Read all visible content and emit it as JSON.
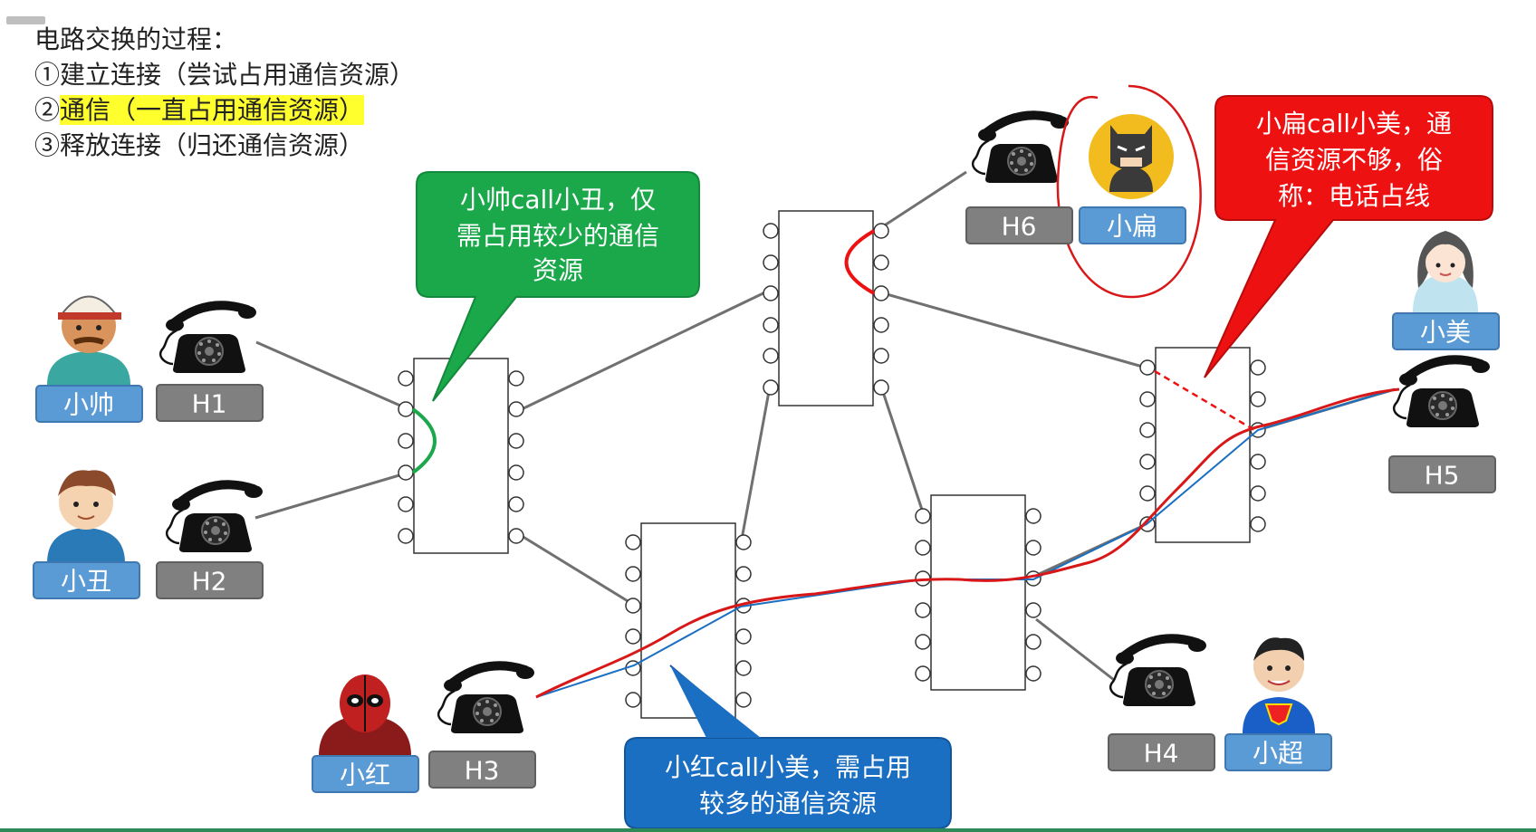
{
  "steps": {
    "title": "电路交换的过程：",
    "step1": "①建立连接（尝试占用通信资源）",
    "step2_num": "②",
    "step2": "通信（一直占用通信资源）",
    "step3": "③释放连接（归还通信资源）"
  },
  "callouts": {
    "green": [
      "小帅call小丑，仅",
      "需占用较少的通信",
      "资源"
    ],
    "red": [
      "小扁call小美，通",
      "信资源不够，俗",
      "称：电话占线"
    ],
    "blue": [
      "小红call小美，需占用",
      "较多的通信资源"
    ]
  },
  "hosts": {
    "h1": "H1",
    "h2": "H2",
    "h3": "H3",
    "h4": "H4",
    "h5": "H5",
    "h6": "H6"
  },
  "people": {
    "xiaoshuai": "小帅",
    "xiaochou": "小丑",
    "xiaohong": "小红",
    "xiaochao": "小超",
    "xiaomei": "小美",
    "xiaobian": "小扁"
  },
  "colors": {
    "green": "#1aa84a",
    "red": "#ee1111",
    "blue": "#1b6fc2",
    "label_blue": "#5b9bd5",
    "label_gray": "#808080",
    "ink_red": "#d81818"
  }
}
